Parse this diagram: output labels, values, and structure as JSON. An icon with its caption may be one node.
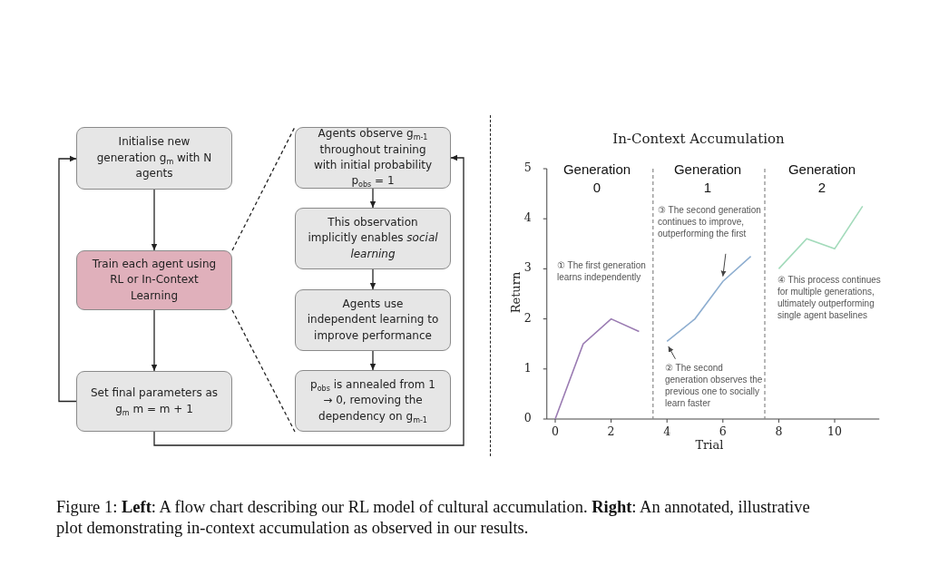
{
  "diagram": {
    "caption": "Figure 1: **Left**: A flow chart describing our RL model of cultural accumulation. **Right**: An annotated, illustrative plot demonstrating in-context accumulation as observed in our results.",
    "nodes": [
      {
        "text": [
          "Initialise new generation g$_{m}$ with N agents"
        ]
      },
      {
        "text": [
          "Train each agent using RL or In-Context Learning"
        ]
      },
      {
        "text": [
          "Set final parameters as g$_{m}$ m = m + 1"
        ]
      },
      {
        "text": [
          "Agents observe g$_{m-1}$ throughout training with initial probability p$_{obs}$ = 1"
        ]
      },
      {
        "text": [
          "This observation implicitly enables *social learning*"
        ]
      },
      {
        "text": [
          "Agents use independent learning to improve performance"
        ]
      },
      {
        "text": [
          "p$_{obs}$ is annealed from 1 → 0, removing the dependency on g$_{m-1}$"
        ]
      }
    ],
    "edges": [
      {
        "from": 0,
        "to": 1,
        "arrow": "to"
      },
      {
        "from": 1,
        "to": 2,
        "arrow": "to"
      },
      {
        "from": 2,
        "to": 0,
        "arrow": "to"
      },
      {
        "from": 2,
        "to": 3,
        "arrow": "to"
      },
      {
        "from": 3,
        "to": 4,
        "arrow": "to"
      },
      {
        "from": 4,
        "to": 5,
        "arrow": "to"
      },
      {
        "from": 5,
        "to": 6,
        "arrow": "to"
      },
      {
        "from": 1,
        "to": 3,
        "arrow": "none",
        "style": "dashed"
      },
      {
        "from": 1,
        "to": 6,
        "arrow": "none",
        "style": "dashed"
      }
    ],
    "chart_data": {
      "type": "line",
      "title": "In-Context Accumulation",
      "xlabel": "Trial",
      "ylabel": "Return",
      "x": [
        0,
        1,
        2,
        3,
        4,
        5,
        6,
        7,
        8,
        9,
        10,
        11
      ],
      "series": [
        {
          "color": "#9a7bb2",
          "values": [
            0,
            1.5,
            2,
            1.75,
            null,
            null,
            null,
            null,
            null,
            null,
            null,
            null
          ]
        },
        {
          "color": "#8eaed0",
          "values": [
            null,
            null,
            null,
            null,
            1.55,
            2,
            2.75,
            3.25,
            null,
            null,
            null,
            null
          ]
        },
        {
          "color": "#a3dbbb",
          "values": [
            null,
            null,
            null,
            null,
            null,
            null,
            null,
            null,
            3,
            3.6,
            3.4,
            4.25
          ]
        }
      ],
      "xticks": [
        0,
        2,
        4,
        6,
        8,
        10
      ],
      "yticks": [
        0,
        1,
        2,
        3,
        4,
        5
      ],
      "xlim": [
        -0.3,
        11.6
      ],
      "ylim": [
        0,
        5
      ],
      "ref_lines": [
        {
          "axis": "x",
          "value": 3.5
        },
        {
          "axis": "x",
          "value": 7.5
        }
      ],
      "annotations": [
        "Generation 0",
        "Generation 1",
        "Generation 2",
        "① The first generation learns independently",
        "③ The second generation continues to improve, outperforming the first",
        "② The second generation observes the previous one to socially learn faster",
        "④ This process continues for multiple generations, ultimately outperforming single agent baselines"
      ]
    }
  }
}
